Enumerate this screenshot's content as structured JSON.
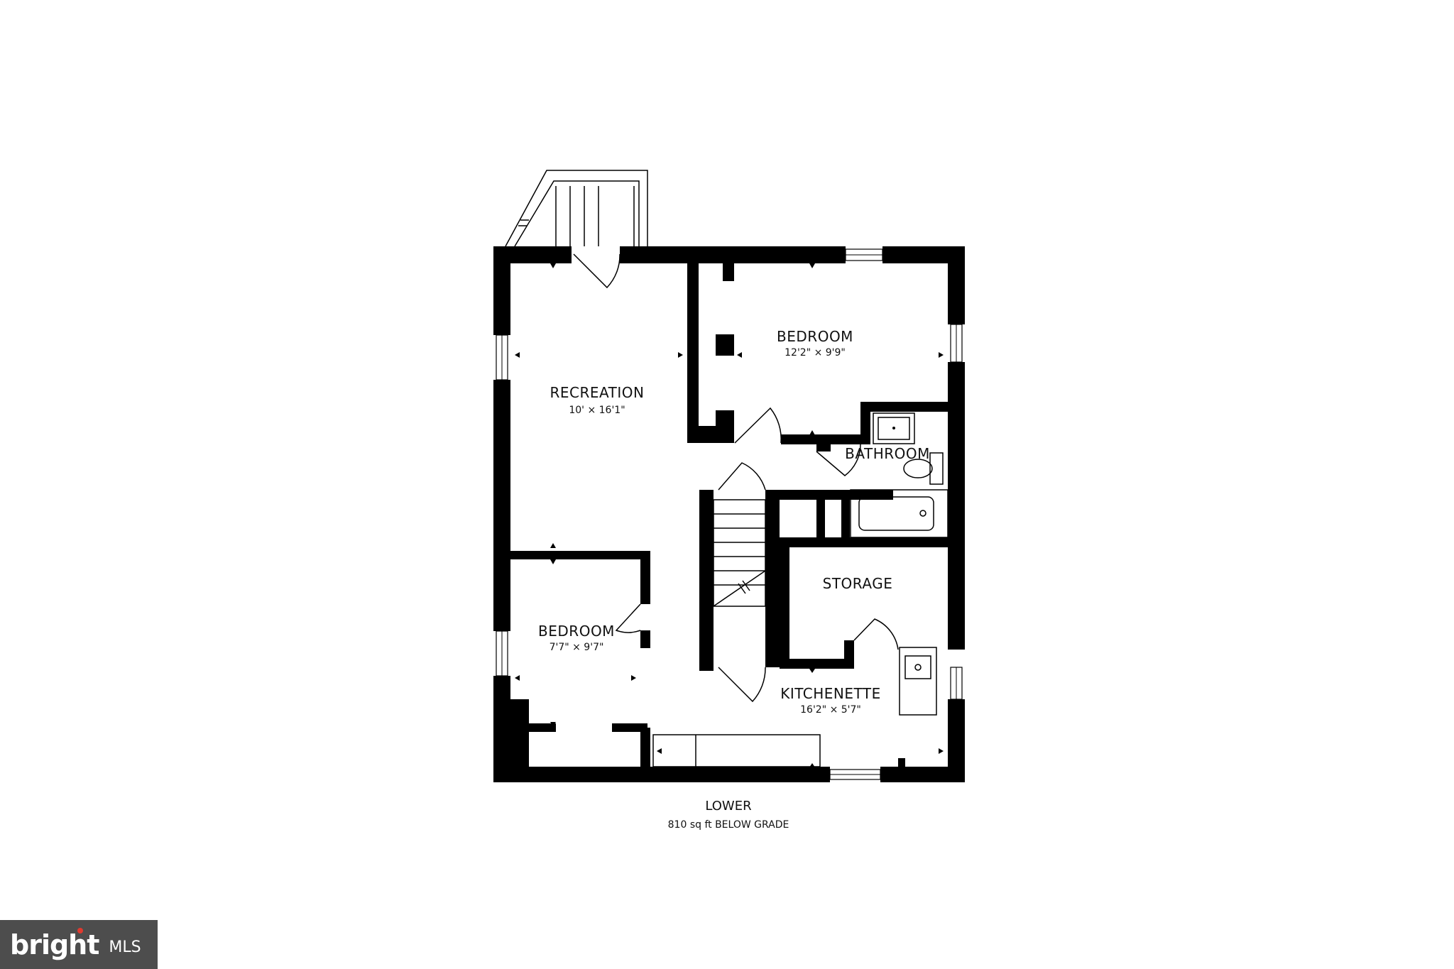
{
  "floor": {
    "title": "LOWER",
    "subtitle": "810 sq ft BELOW GRADE"
  },
  "rooms": {
    "recreation": {
      "name": "RECREATION",
      "dims": "10' × 16'1\""
    },
    "bedroom_upper": {
      "name": "BEDROOM",
      "dims": "12'2\" × 9'9\""
    },
    "bathroom": {
      "name": "BATHROOM"
    },
    "storage": {
      "name": "STORAGE"
    },
    "bedroom_lower": {
      "name": "BEDROOM",
      "dims": "7'7\" × 9'7\""
    },
    "kitchenette": {
      "name": "KITCHENETTE",
      "dims": "16'2\" × 5'7\""
    }
  },
  "logo": {
    "brand": "bright",
    "suffix": "MLS",
    "accent_color": "#e03a2f",
    "background_color": "#4d4d4d"
  }
}
